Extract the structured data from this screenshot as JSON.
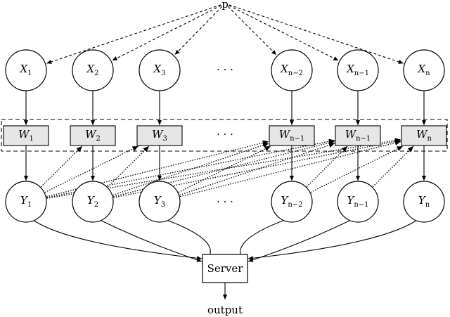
{
  "source_node": {
    "label": "p"
  },
  "x_nodes": [
    {
      "base": "X",
      "sub": "1"
    },
    {
      "base": "X",
      "sub": "2"
    },
    {
      "base": "X",
      "sub": "3"
    },
    {
      "base": "X",
      "sub": "n−2"
    },
    {
      "base": "X",
      "sub": "n−1"
    },
    {
      "base": "X",
      "sub": "n"
    }
  ],
  "w_nodes": [
    {
      "base": "W",
      "sub": "1"
    },
    {
      "base": "W",
      "sub": "2"
    },
    {
      "base": "W",
      "sub": "3"
    },
    {
      "base": "W",
      "sub": "n−1"
    },
    {
      "base": "W",
      "sub": "n−1"
    },
    {
      "base": "W",
      "sub": "n"
    }
  ],
  "y_nodes": [
    {
      "base": "Y",
      "sub": "1"
    },
    {
      "base": "Y",
      "sub": "2"
    },
    {
      "base": "Y",
      "sub": "3"
    },
    {
      "base": "Y",
      "sub": "n−2"
    },
    {
      "base": "Y",
      "sub": "n−1"
    },
    {
      "base": "Y",
      "sub": "n"
    }
  ],
  "ellipsis": "· · ·",
  "server": {
    "label": "Server"
  },
  "output": {
    "label": "output"
  }
}
